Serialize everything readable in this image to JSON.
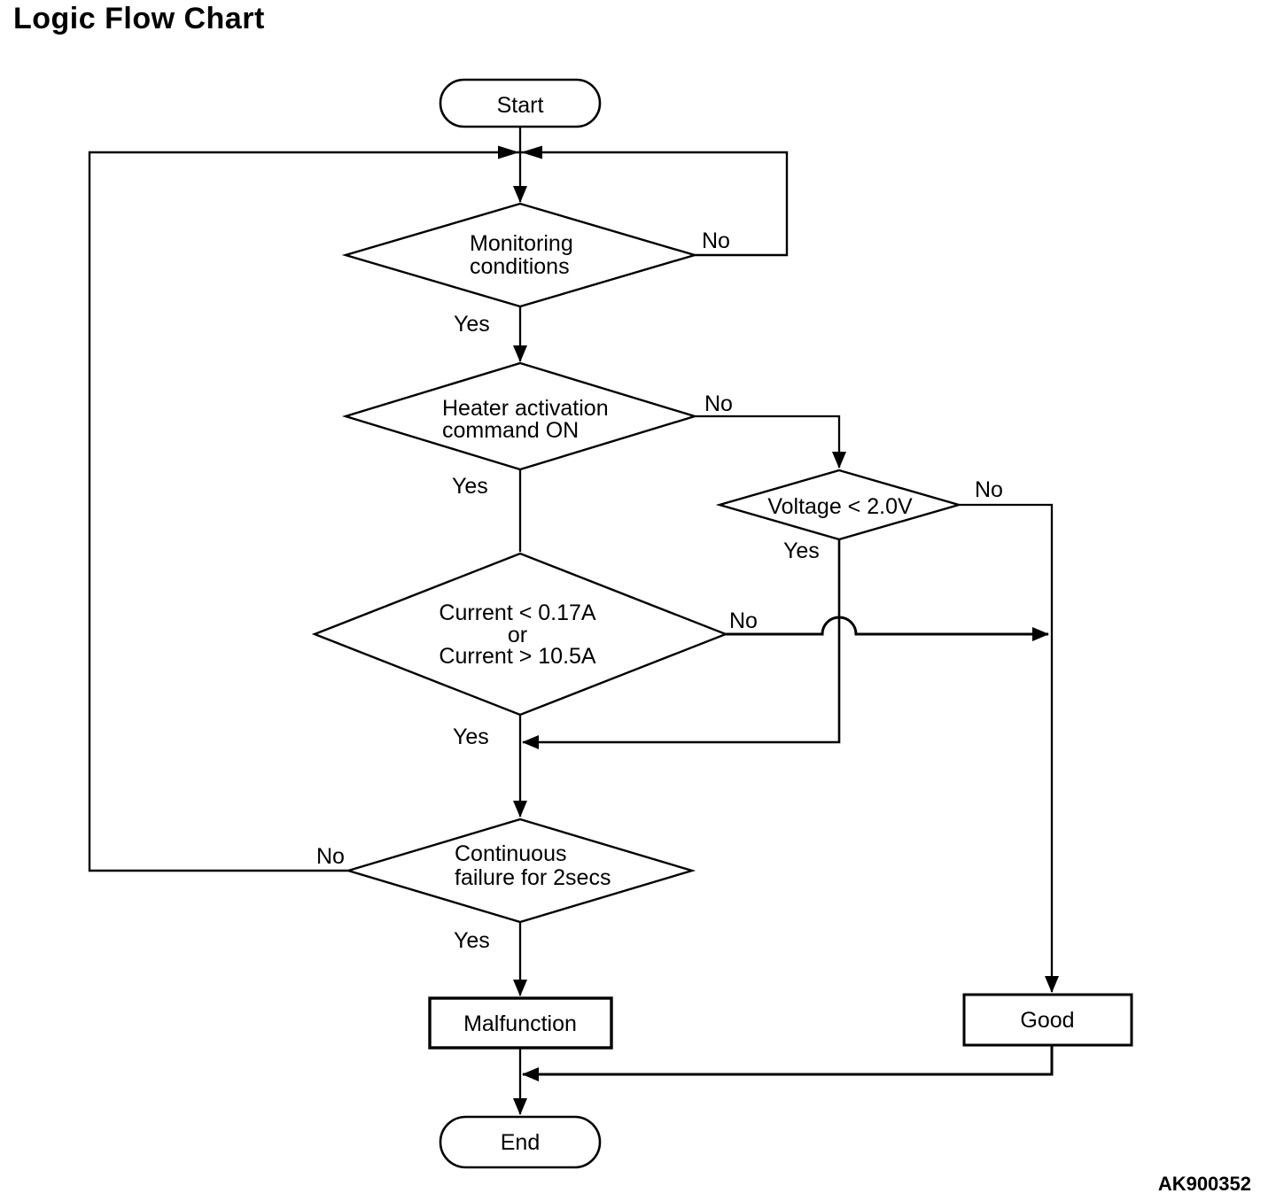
{
  "title": "Logic Flow Chart",
  "figure_code": "AK900352",
  "nodes": {
    "start": {
      "label": "Start"
    },
    "monitoring_conditions": {
      "line1": "Monitoring",
      "line2": "conditions"
    },
    "heater_activation": {
      "line1": "Heater activation",
      "line2": "command ON"
    },
    "voltage_check": {
      "label": "Voltage < 2.0V"
    },
    "current_check": {
      "line1": "Current < 0.17A",
      "line2": "or",
      "line3": "Current > 10.5A"
    },
    "continuous_failure": {
      "line1": "Continuous",
      "line2": "failure for 2secs"
    },
    "malfunction": {
      "label": "Malfunction"
    },
    "good": {
      "label": "Good"
    },
    "end": {
      "label": "End"
    }
  },
  "edge_labels": {
    "monitoring_yes": "Yes",
    "monitoring_no": "No",
    "heater_yes": "Yes",
    "heater_no": "No",
    "voltage_yes": "Yes",
    "voltage_no": "No",
    "current_yes": "Yes",
    "current_no": "No",
    "continuous_yes": "Yes",
    "continuous_no": "No"
  },
  "colors": {
    "line": "#000000",
    "text": "#000000",
    "background": "#ffffff"
  }
}
